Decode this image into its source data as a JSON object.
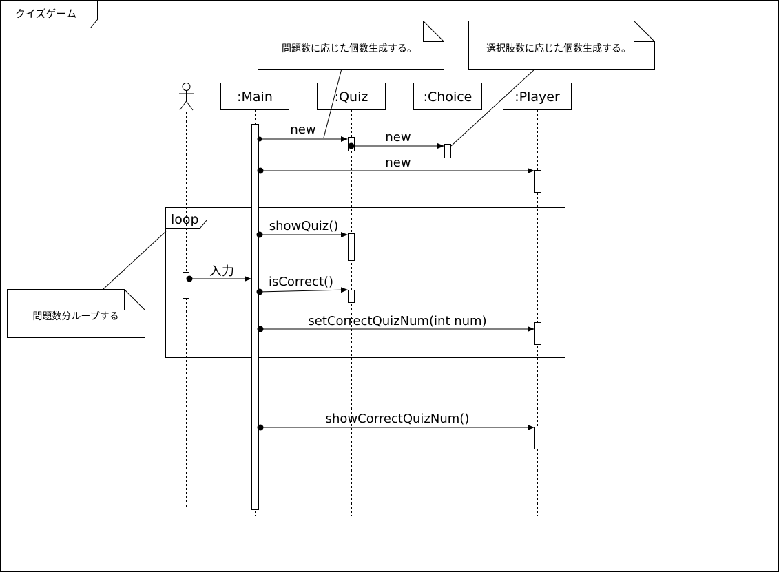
{
  "frame": {
    "title": "クイズゲーム"
  },
  "lifelines": [
    {
      "id": "actor",
      "kind": "actor",
      "label": ""
    },
    {
      "id": "main",
      "kind": "object",
      "label": ":Main"
    },
    {
      "id": "quiz",
      "kind": "object",
      "label": ":Quiz"
    },
    {
      "id": "choice",
      "kind": "object",
      "label": ":Choice"
    },
    {
      "id": "player",
      "kind": "object",
      "label": ":Player"
    }
  ],
  "messages": [
    {
      "label": "new",
      "from": "main",
      "to": "quiz"
    },
    {
      "label": "new",
      "from": "quiz",
      "to": "choice"
    },
    {
      "label": "new",
      "from": "main",
      "to": "player"
    },
    {
      "label": "showQuiz()",
      "from": "main",
      "to": "quiz"
    },
    {
      "label": "入力",
      "from": "actor",
      "to": "main"
    },
    {
      "label": "isCorrect()",
      "from": "main",
      "to": "quiz"
    },
    {
      "label": "setCorrectQuizNum(int num)",
      "from": "main",
      "to": "player"
    },
    {
      "label": "showCorrectQuizNum()",
      "from": "main",
      "to": "player"
    }
  ],
  "fragments": [
    {
      "operator": "loop"
    }
  ],
  "notes": [
    {
      "text": "問題数に応じた個数生成する。"
    },
    {
      "text": "選択肢数に応じた個数生成する。"
    },
    {
      "text": "問題数分ループする"
    }
  ]
}
